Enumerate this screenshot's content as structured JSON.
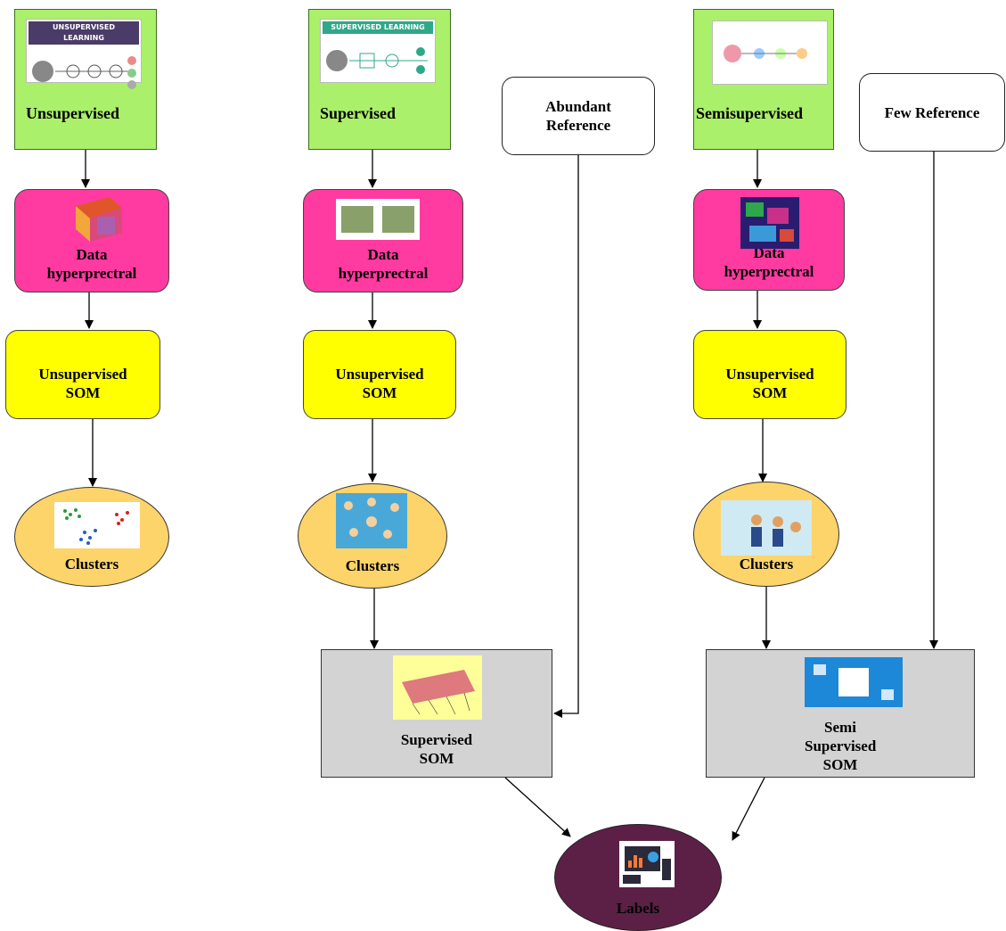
{
  "columns": {
    "unsupervised": {
      "title": "Unsupervised",
      "thumb_title": "UNSUPERVISED LEARNING",
      "data": "Data hyperprectral",
      "som": "Unsupervised SOM",
      "clusters": "Clusters"
    },
    "supervised": {
      "title": "Supervised",
      "thumb_title": "SUPERVISED LEARNING",
      "data": "Data hyperprectral",
      "som": "Unsupervised SOM",
      "clusters": "Clusters",
      "final": "Supervised SOM"
    },
    "semisupervised": {
      "title": "Semisupervised",
      "data": "Data hyperprectral",
      "som": "Unsupervised SOM",
      "clusters": "Clusters",
      "final": "Semi Supervised SOM"
    }
  },
  "references": {
    "abundant": "Abundant Reference",
    "few": "Few Reference"
  },
  "output": {
    "label": "Labels"
  },
  "colors": {
    "green": "#aaf06a",
    "pink": "#ff3aa0",
    "yellow": "#ffff00",
    "orange": "#fdd46a",
    "gray": "#d3d3d3",
    "purple": "#5c2046"
  }
}
